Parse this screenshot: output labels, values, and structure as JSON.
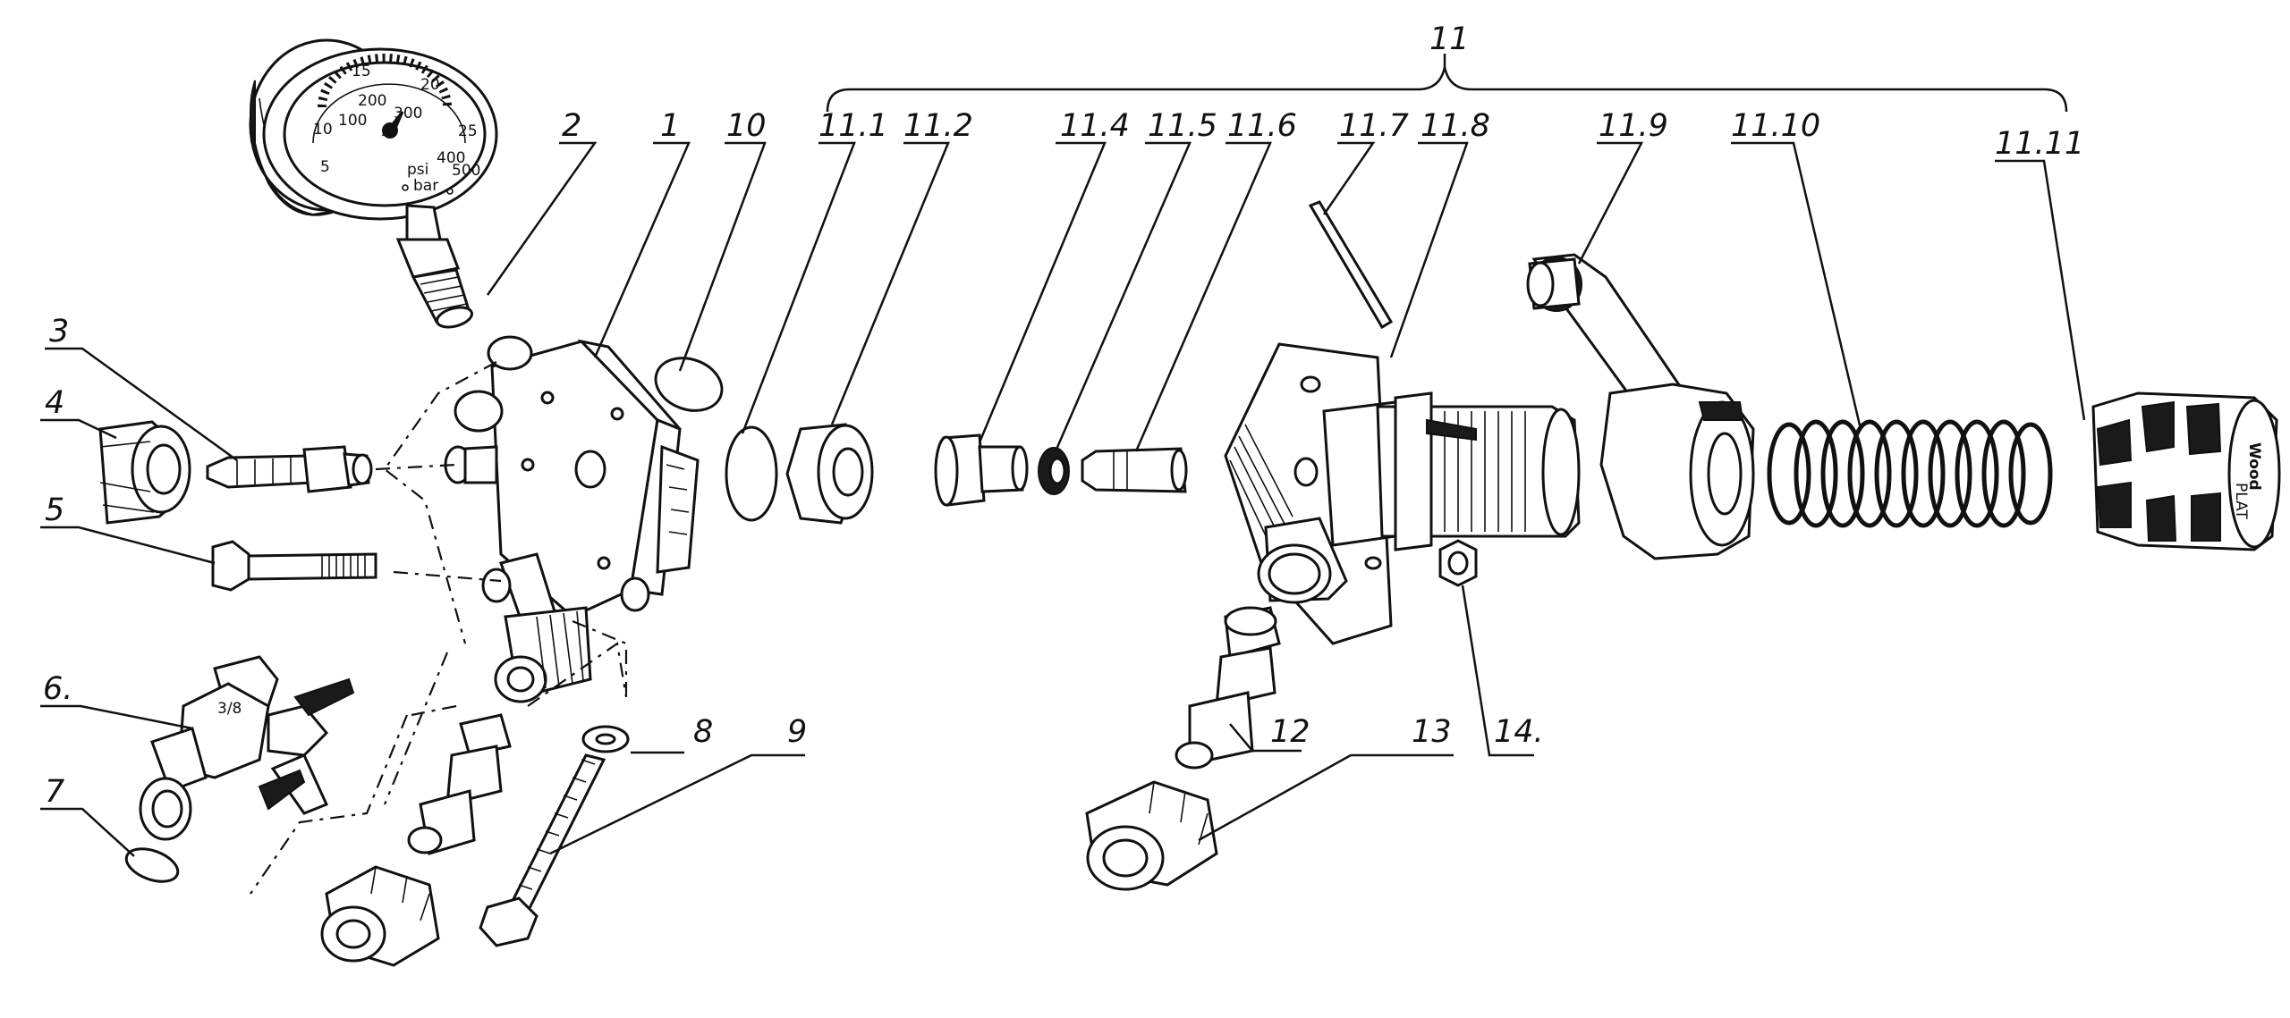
{
  "diagram": {
    "labels": {
      "p1": "1",
      "p2": "2",
      "p3": "3",
      "p4": "4",
      "p5": "5",
      "p6": "6.",
      "p7": "7",
      "p8": "8",
      "p9": "9",
      "p10": "10",
      "p11": "11",
      "p11_1": "11.1",
      "p11_2": "11.2",
      "p11_4": "11.4",
      "p11_5": "11.5",
      "p11_6": "11.6",
      "p11_7": "11.7",
      "p11_8": "11.8",
      "p11_9": "11.9",
      "p11_10": "11.10",
      "p11_11": "11.11",
      "p12": "12",
      "p13": "13",
      "p14": "14."
    },
    "gauge": {
      "psi_scale": [
        "5",
        "10",
        "15",
        "20",
        "25"
      ],
      "bar_scale": [
        "100",
        "200",
        "300",
        "400",
        "500"
      ],
      "unit_psi": "psi",
      "unit_bar": "bar"
    },
    "valve_marking": "3/8",
    "knob_brand": "Wood",
    "knob_sub": "PLAT"
  }
}
